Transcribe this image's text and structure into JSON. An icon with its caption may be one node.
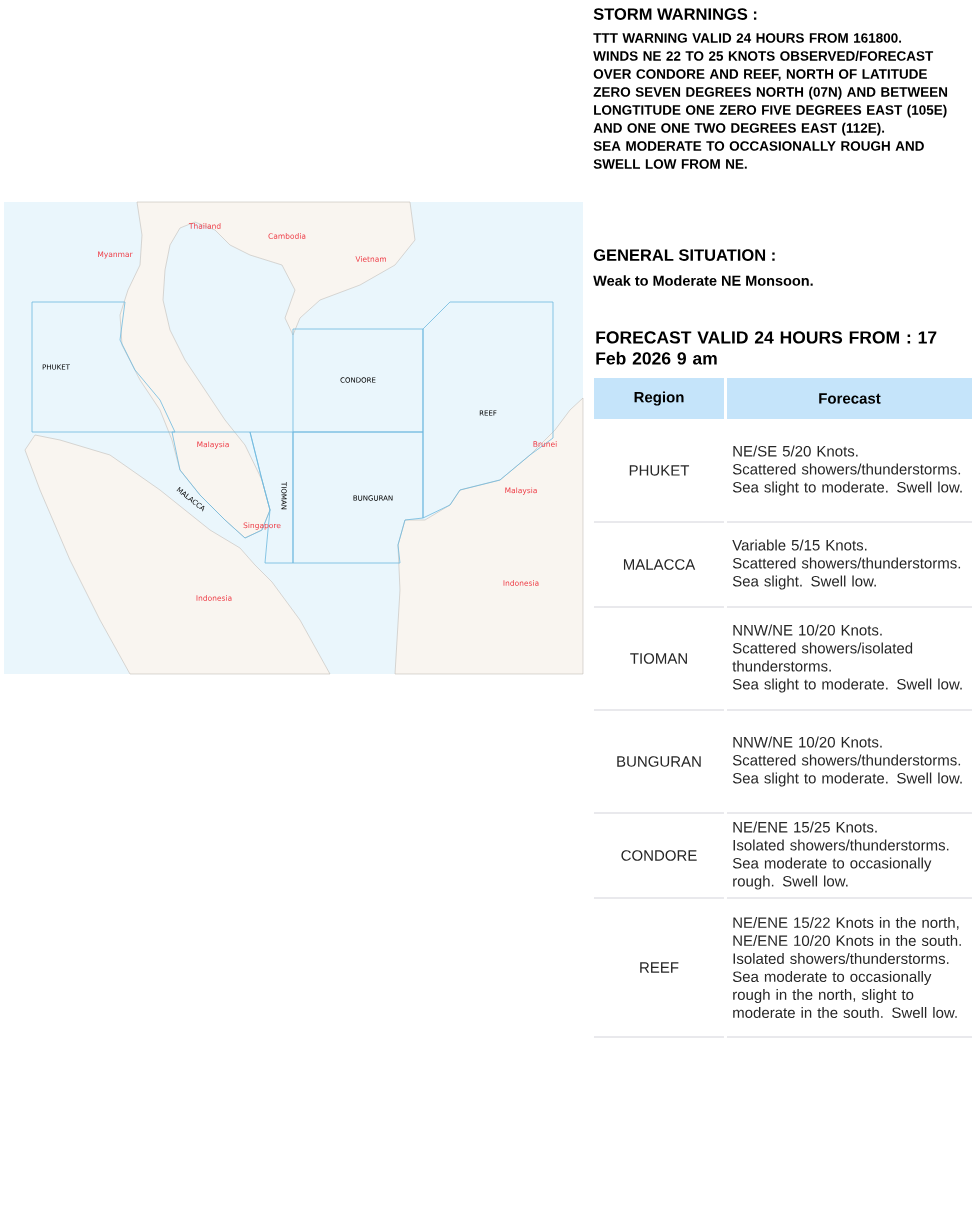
{
  "diagram": {
    "nodes": [
      {
        "text": [
          "PHUKET"
        ]
      },
      {
        "text": [
          "CONDORE"
        ]
      },
      {
        "text": [
          "REEF"
        ]
      },
      {
        "text": [
          "TIOMAN"
        ]
      },
      {
        "text": [
          "BUNGURAN"
        ]
      },
      {
        "text": [
          "MALACCA"
        ]
      }
    ],
    "labels": [
      "Thailand",
      "Cambodia",
      "Myanmar",
      "Vietnam",
      "Brunei",
      "Malaysia",
      "Malaysia",
      "Singapore",
      "Indonesia",
      "Indonesia",
      "STORM WARNINGS :",
      "TTT WARNING VALID 24 HOURS FROM 161800.",
      "WINDS NE 22 TO 25 KNOTS OBSERVED/FORECAST OVER CONDORE AND REEF, NORTH OF LATITUDE ZERO SEVEN DEGREES NORTH (07N) AND BETWEEN LONGTITUDE ONE ZERO FIVE DEGREES EAST (105E) AND ONE ONE TWO DEGREES EAST (112E).",
      "SEA MODERATE TO OCCASIONALLY ROUGH AND SWELL LOW FROM NE.",
      "GENERAL SITUATION :",
      "Weak to Moderate NE Monsoon.",
      "FORECAST VALID 24 HOURS FROM : 17 Feb 2026 9 am",
      "Region",
      "Forecast",
      "PHUKET",
      "NE/SE 5/20 Knots.",
      "Scattered showers/thunderstorms.",
      "Sea slight to moderate. Swell low.",
      "MALACCA",
      "Variable 5/15 Knots.",
      "Scattered showers/thunderstorms.",
      "Sea slight. Swell low.",
      "TIOMAN",
      "NNW/NE 10/20 Knots.",
      "Scattered showers/isolated thunderstorms.",
      "Sea slight to moderate. Swell low.",
      "BUNGURAN",
      "NNW/NE 10/20 Knots.",
      "Scattered showers/thunderstorms.",
      "Sea slight to moderate. Swell low.",
      "CONDORE",
      "NE/ENE 15/25 Knots.",
      "Isolated showers/thunderstorms.",
      "Sea moderate to occasionally rough. Swell low.",
      "REEF",
      "NE/ENE 15/22 Knots in the north, NE/ENE 10/20 Knots in the south.",
      "Isolated showers/thunderstorms.",
      "Sea moderate to occasionally rough in the north, slight to moderate in the south. Swell low."
    ]
  }
}
